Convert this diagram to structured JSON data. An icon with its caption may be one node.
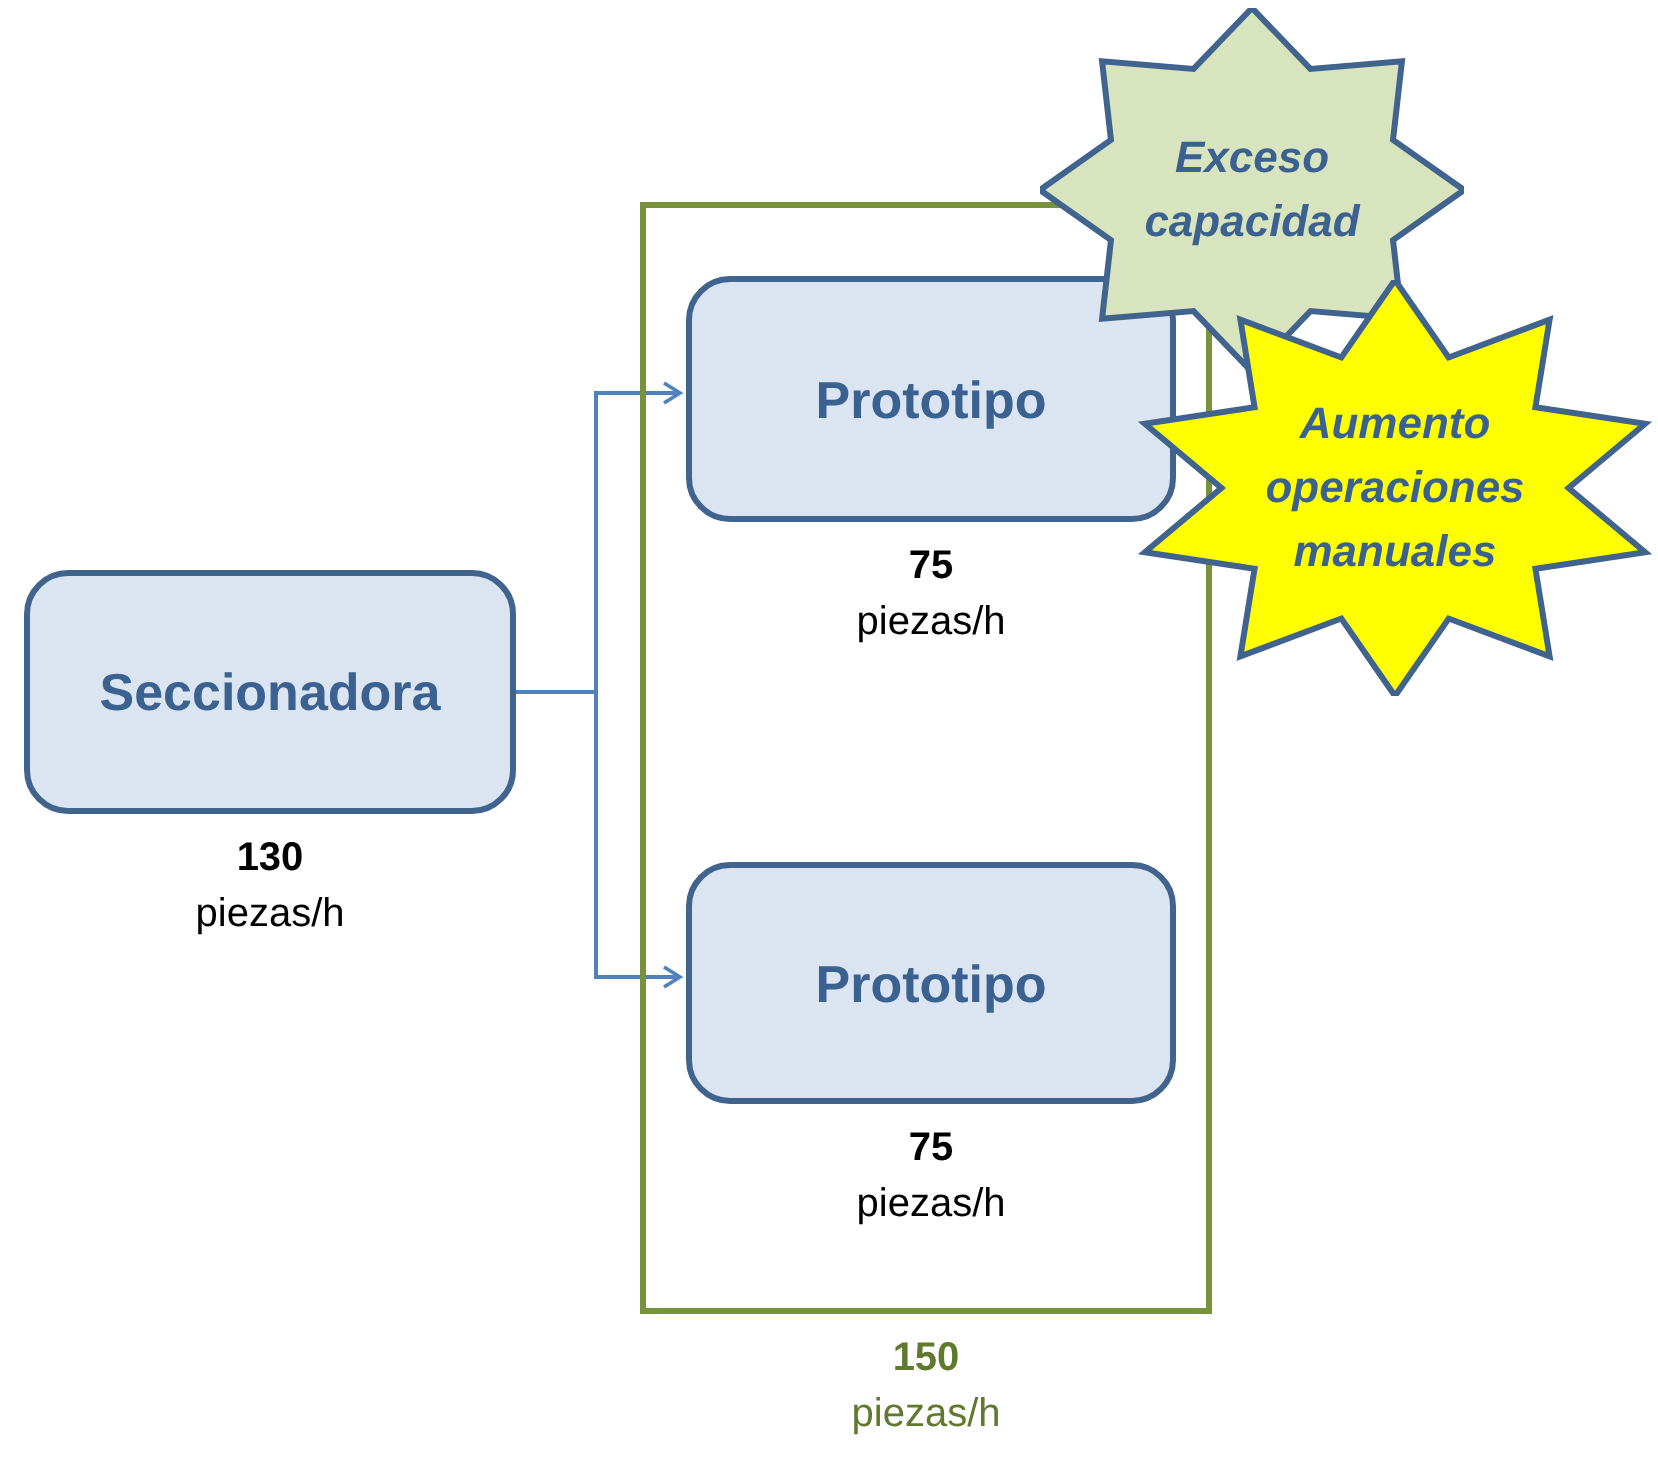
{
  "diagram": {
    "nodes": [
      {
        "text": [
          "Seccionadora"
        ],
        "beside": [
          "130",
          "piezas/h"
        ]
      },
      {
        "text": [],
        "shape": "box",
        "beside": [
          "150",
          "piezas/h"
        ]
      },
      {
        "text": [
          "Prototipo"
        ],
        "in": 1,
        "beside": [
          "75",
          "piezas/h"
        ]
      },
      {
        "text": [
          "Prototipo"
        ],
        "in": 1,
        "beside": [
          "75",
          "piezas/h"
        ]
      },
      {
        "text": [
          "Exceso capacidad"
        ]
      },
      {
        "text": [
          "Aumento operaciones manuales"
        ]
      }
    ],
    "edges": [
      {
        "from": 0,
        "to": 2,
        "arrow": "to"
      },
      {
        "from": 0,
        "to": 3,
        "arrow": "to"
      }
    ]
  }
}
